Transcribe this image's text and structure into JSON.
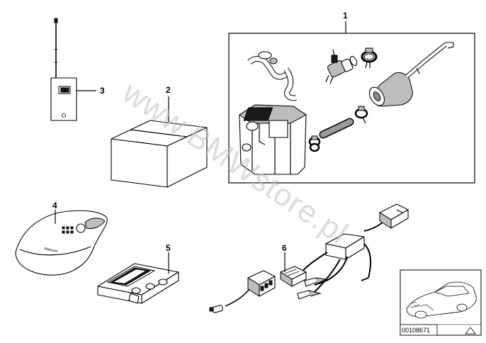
{
  "callouts": {
    "item1": "1",
    "item2": "2",
    "item3": "3",
    "item4": "4",
    "item5": "5",
    "item6": "6"
  },
  "watermark": "www.BMWstore.pl",
  "reference_number": "00108671",
  "remote_brand": "Webasto"
}
